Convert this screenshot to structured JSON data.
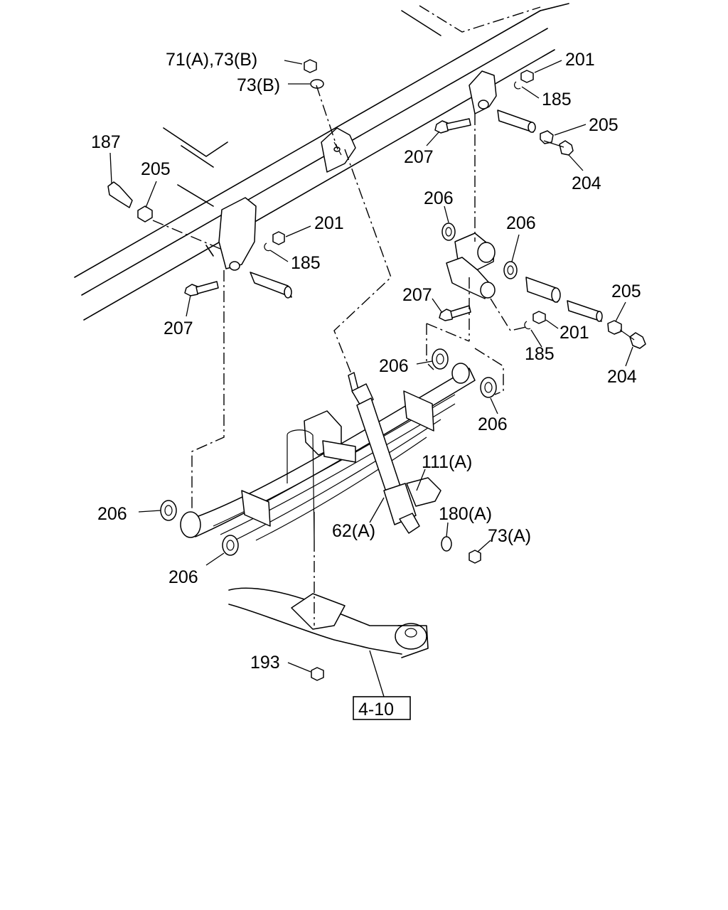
{
  "labels": {
    "l_71a73b": "71(A),73(B)",
    "l_73b": "73(B)",
    "l_201_top": "201",
    "l_185_top": "185",
    "l_205_top": "205",
    "l_204_top": "204",
    "l_207_top": "207",
    "l_187": "187",
    "l_205_left": "205",
    "l_201_mid": "201",
    "l_185_mid": "185",
    "l_207_left": "207",
    "l_206_a": "206",
    "l_206_b": "206",
    "l_207_right": "207",
    "l_205_right": "205",
    "l_201_right": "201",
    "l_185_right": "185",
    "l_204_right": "204",
    "l_206_c": "206",
    "l_206_d": "206",
    "l_111a": "111(A)",
    "l_180a": "180(A)",
    "l_62a": "62(A)",
    "l_73a": "73(A)",
    "l_206_e": "206",
    "l_206_f": "206",
    "l_193": "193",
    "ref_box": "4-10"
  }
}
